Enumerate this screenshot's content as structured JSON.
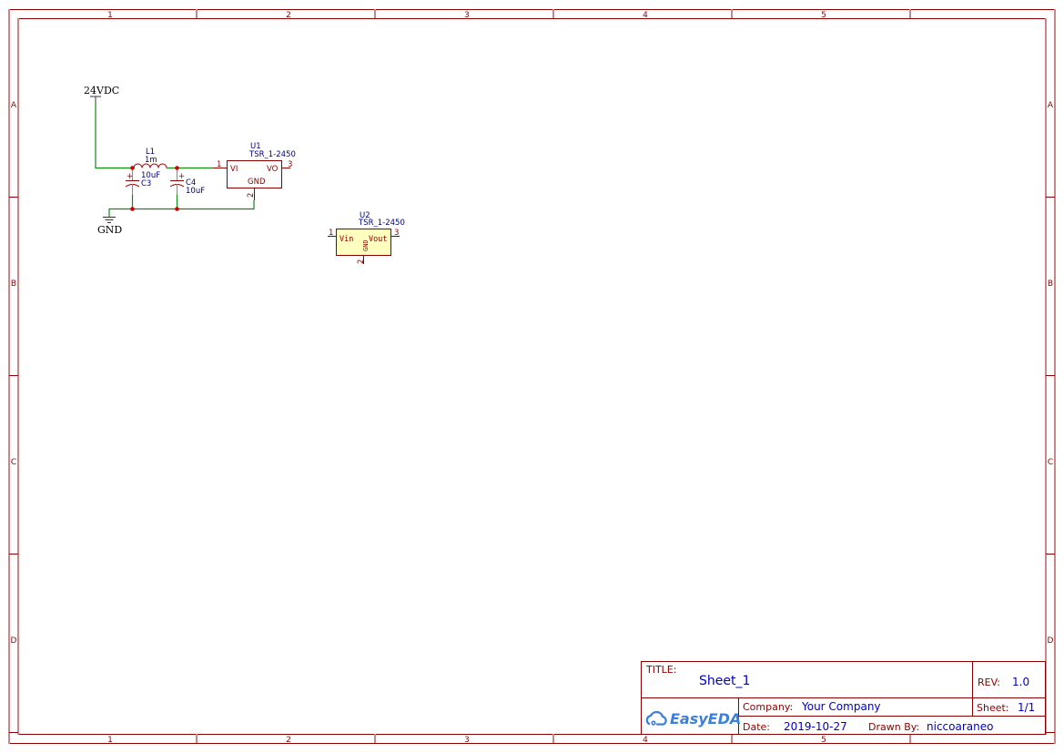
{
  "sheet": {
    "columns": [
      "1",
      "2",
      "3",
      "4",
      "5"
    ],
    "rows": [
      "A",
      "B",
      "C",
      "D"
    ]
  },
  "power": {
    "net_label": "24VDC",
    "ground_label": "GND"
  },
  "components": {
    "L1": {
      "ref": "L1",
      "value": "1m"
    },
    "C3": {
      "ref": "C3",
      "value": "10uF",
      "polarity": "+"
    },
    "C4": {
      "ref": "C4",
      "value": "10uF",
      "polarity": "+"
    },
    "U1": {
      "ref": "U1",
      "part": "TSR_1-2450",
      "pin_vi": "VI",
      "pin_vo": "VO",
      "pin_gnd": "GND",
      "pin1": "1",
      "pin2": "2",
      "pin3": "3"
    },
    "U2": {
      "ref": "U2",
      "part": "TSR_1-2450",
      "pin_vin": "Vin",
      "pin_vout": "Vout",
      "pin_gnd": "GND",
      "pin1": "1",
      "pin2": "2",
      "pin3": "3"
    }
  },
  "title_block": {
    "title_label": "TITLE:",
    "title_value": "Sheet_1",
    "rev_label": "REV:",
    "rev_value": "1.0",
    "company_label": "Company:",
    "company_value": "Your Company",
    "sheet_label": "Sheet:",
    "sheet_value": "1/1",
    "date_label": "Date:",
    "date_value": "2019-10-27",
    "drawn_by_label": "Drawn By:",
    "drawn_by_value": "niccoaraneo",
    "logo_text": "EasyEDA"
  },
  "colors": {
    "frame": "#8b0000",
    "wire": "#118a11",
    "junction": "#cc0000",
    "label_blue": "#000080",
    "title_value": "#0000cc",
    "u2_fill": "#ffffc0",
    "logo": "#3d7fdc"
  }
}
